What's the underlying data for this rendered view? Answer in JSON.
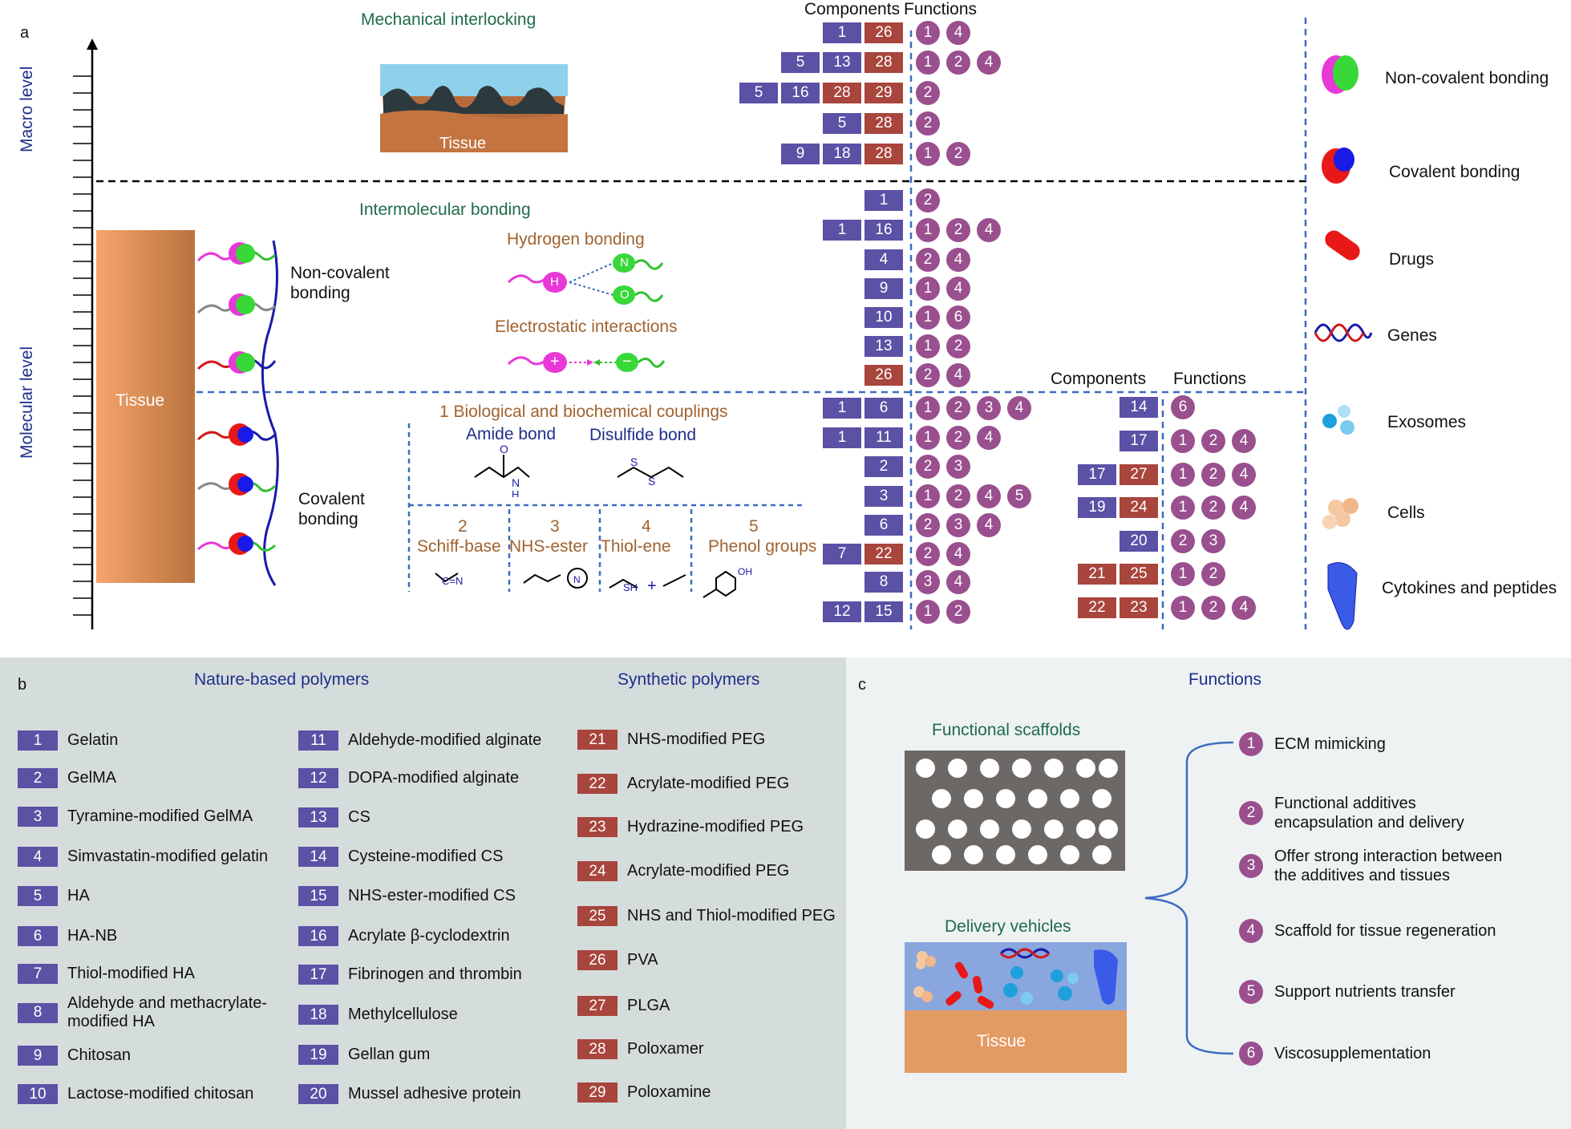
{
  "panel_a": {
    "label": "a",
    "axis": {
      "macro": "Macro level",
      "molecular": "Molecular level"
    },
    "mechanical": "Mechanical interlocking",
    "tissue_top": "Tissue",
    "tissue_left": "Tissue",
    "intermolecular": "Intermolecular bonding",
    "noncov": "Non-covalent\nbonding",
    "cov": "Covalent\nbonding",
    "hbond": "Hydrogen bonding",
    "electro": "Electrostatic interactions",
    "h_letter": "H",
    "n_letter": "N",
    "o_letter": "O",
    "plus": "+",
    "minus": "−",
    "bio_title": "1 Biological and biochemical couplings",
    "amide": "Amide bond",
    "disulfide": "Disulfide bond",
    "reactions": [
      {
        "num": "2",
        "name": "Schiff-base"
      },
      {
        "num": "3",
        "name": "NHS-ester"
      },
      {
        "num": "4",
        "name": "Thiol-ene"
      },
      {
        "num": "5",
        "name": "Phenol groups"
      }
    ],
    "components_header": "Components",
    "functions_header": "Functions",
    "components_header2": "Components",
    "functions_header2": "Functions",
    "rows_left": [
      {
        "boxes": [
          [
            "p",
            "1"
          ],
          [
            "r",
            "26"
          ]
        ],
        "fns": [
          "1",
          "4"
        ]
      },
      {
        "boxes": [
          [
            "p",
            "5"
          ],
          [
            "p",
            "13"
          ],
          [
            "r",
            "28"
          ]
        ],
        "fns": [
          "1",
          "2",
          "4"
        ]
      },
      {
        "boxes": [
          [
            "p",
            "5"
          ],
          [
            "p",
            "16"
          ],
          [
            "r",
            "28"
          ],
          [
            "r",
            "29"
          ]
        ],
        "fns": [
          "2"
        ]
      },
      {
        "boxes": [
          [
            "p",
            "5"
          ],
          [
            "r",
            "28"
          ]
        ],
        "fns": [
          "2"
        ]
      },
      {
        "boxes": [
          [
            "p",
            "9"
          ],
          [
            "p",
            "18"
          ],
          [
            "r",
            "28"
          ]
        ],
        "fns": [
          "1",
          "2"
        ]
      },
      {
        "boxes": [
          [
            "p",
            "1"
          ]
        ],
        "fns": [
          "2"
        ]
      },
      {
        "boxes": [
          [
            "p",
            "1"
          ],
          [
            "p",
            "16"
          ]
        ],
        "fns": [
          "1",
          "2",
          "4"
        ]
      },
      {
        "boxes": [
          [
            "p",
            "4"
          ]
        ],
        "fns": [
          "2",
          "4"
        ]
      },
      {
        "boxes": [
          [
            "p",
            "9"
          ]
        ],
        "fns": [
          "1",
          "4"
        ]
      },
      {
        "boxes": [
          [
            "p",
            "10"
          ]
        ],
        "fns": [
          "1",
          "6"
        ]
      },
      {
        "boxes": [
          [
            "p",
            "13"
          ]
        ],
        "fns": [
          "1",
          "2"
        ]
      },
      {
        "boxes": [
          [
            "r",
            "26"
          ]
        ],
        "fns": [
          "2",
          "4"
        ]
      },
      {
        "boxes": [
          [
            "p",
            "1"
          ],
          [
            "p",
            "6"
          ]
        ],
        "fns": [
          "1",
          "2",
          "3",
          "4"
        ]
      },
      {
        "boxes": [
          [
            "p",
            "1"
          ],
          [
            "p",
            "11"
          ]
        ],
        "fns": [
          "1",
          "2",
          "4"
        ]
      },
      {
        "boxes": [
          [
            "p",
            "2"
          ]
        ],
        "fns": [
          "2",
          "3"
        ]
      },
      {
        "boxes": [
          [
            "p",
            "3"
          ]
        ],
        "fns": [
          "1",
          "2",
          "4",
          "5"
        ]
      },
      {
        "boxes": [
          [
            "p",
            "6"
          ]
        ],
        "fns": [
          "2",
          "3",
          "4"
        ]
      },
      {
        "boxes": [
          [
            "p",
            "7"
          ],
          [
            "r",
            "22"
          ]
        ],
        "fns": [
          "2",
          "4"
        ]
      },
      {
        "boxes": [
          [
            "p",
            "8"
          ]
        ],
        "fns": [
          "3",
          "4"
        ]
      },
      {
        "boxes": [
          [
            "p",
            "12"
          ],
          [
            "p",
            "15"
          ]
        ],
        "fns": [
          "1",
          "2"
        ]
      }
    ],
    "rows_right": [
      {
        "boxes": [
          [
            "p",
            "14"
          ]
        ],
        "fns": [
          "6"
        ]
      },
      {
        "boxes": [
          [
            "p",
            "17"
          ]
        ],
        "fns": [
          "1",
          "2",
          "4"
        ]
      },
      {
        "boxes": [
          [
            "p",
            "17"
          ],
          [
            "r",
            "27"
          ]
        ],
        "fns": [
          "1",
          "2",
          "4"
        ]
      },
      {
        "boxes": [
          [
            "p",
            "19"
          ],
          [
            "r",
            "24"
          ]
        ],
        "fns": [
          "1",
          "2",
          "4"
        ]
      },
      {
        "boxes": [
          [
            "p",
            "20"
          ]
        ],
        "fns": [
          "2",
          "3"
        ]
      },
      {
        "boxes": [
          [
            "r",
            "21"
          ],
          [
            "r",
            "25"
          ]
        ],
        "fns": [
          "1",
          "2"
        ]
      },
      {
        "boxes": [
          [
            "r",
            "22"
          ],
          [
            "r",
            "23"
          ]
        ],
        "fns": [
          "1",
          "2",
          "4"
        ]
      }
    ],
    "legend": [
      "Non-covalent bonding",
      "Covalent bonding",
      "Drugs",
      "Genes",
      "Exosomes",
      "Cells",
      "Cytokines and peptides"
    ]
  },
  "panel_b": {
    "label": "b",
    "nature_title": "Nature-based polymers",
    "synthetic_title": "Synthetic polymers",
    "col1": [
      {
        "n": "1",
        "t": "Gelatin"
      },
      {
        "n": "2",
        "t": "GelMA"
      },
      {
        "n": "3",
        "t": "Tyramine-modified GelMA"
      },
      {
        "n": "4",
        "t": "Simvastatin-modified gelatin"
      },
      {
        "n": "5",
        "t": "HA"
      },
      {
        "n": "6",
        "t": "HA-NB"
      },
      {
        "n": "7",
        "t": "Thiol-modified HA"
      },
      {
        "n": "8",
        "t": "Aldehyde and methacrylate-\nmodified HA"
      },
      {
        "n": "9",
        "t": "Chitosan"
      },
      {
        "n": "10",
        "t": "Lactose-modified chitosan"
      }
    ],
    "col2": [
      {
        "n": "11",
        "t": "Aldehyde-modified alginate"
      },
      {
        "n": "12",
        "t": "DOPA-modified alginate"
      },
      {
        "n": "13",
        "t": "CS"
      },
      {
        "n": "14",
        "t": "Cysteine-modified CS"
      },
      {
        "n": "15",
        "t": "NHS-ester-modified CS"
      },
      {
        "n": "16",
        "t": "Acrylate β-cyclodextrin"
      },
      {
        "n": "17",
        "t": "Fibrinogen and thrombin"
      },
      {
        "n": "18",
        "t": "Methylcellulose"
      },
      {
        "n": "19",
        "t": "Gellan gum"
      },
      {
        "n": "20",
        "t": "Mussel adhesive protein"
      }
    ],
    "col3": [
      {
        "n": "21",
        "t": "NHS-modified PEG"
      },
      {
        "n": "22",
        "t": "Acrylate-modified PEG"
      },
      {
        "n": "23",
        "t": "Hydrazine-modified PEG"
      },
      {
        "n": "24",
        "t": "Acrylate-modified PEG"
      },
      {
        "n": "25",
        "t": "NHS and Thiol-modified PEG"
      },
      {
        "n": "26",
        "t": "PVA"
      },
      {
        "n": "27",
        "t": "PLGA"
      },
      {
        "n": "28",
        "t": "Poloxamer"
      },
      {
        "n": "29",
        "t": "Poloxamine"
      }
    ]
  },
  "panel_c": {
    "label": "c",
    "title": "Functions",
    "scaffolds": "Functional scaffolds",
    "vehicles": "Delivery vehicles",
    "tissue": "Tissue",
    "functions": [
      {
        "n": "1",
        "t": "ECM mimicking"
      },
      {
        "n": "2",
        "t": "Functional additives\nencapsulation and delivery"
      },
      {
        "n": "3",
        "t": "Offer strong interaction between\nthe additives and tissues"
      },
      {
        "n": "4",
        "t": "Scaffold for tissue regeneration"
      },
      {
        "n": "5",
        "t": "Support nutrients transfer"
      },
      {
        "n": "6",
        "t": "Viscosupplementation"
      }
    ]
  },
  "colors": {
    "purple": "#5b51a5",
    "red": "#a8453d",
    "circle": "#9a4f8e",
    "navy": "#1f2f8a",
    "green": "#1f6b4a",
    "brown": "#a0622f",
    "dashed": "#3d6cc0"
  }
}
